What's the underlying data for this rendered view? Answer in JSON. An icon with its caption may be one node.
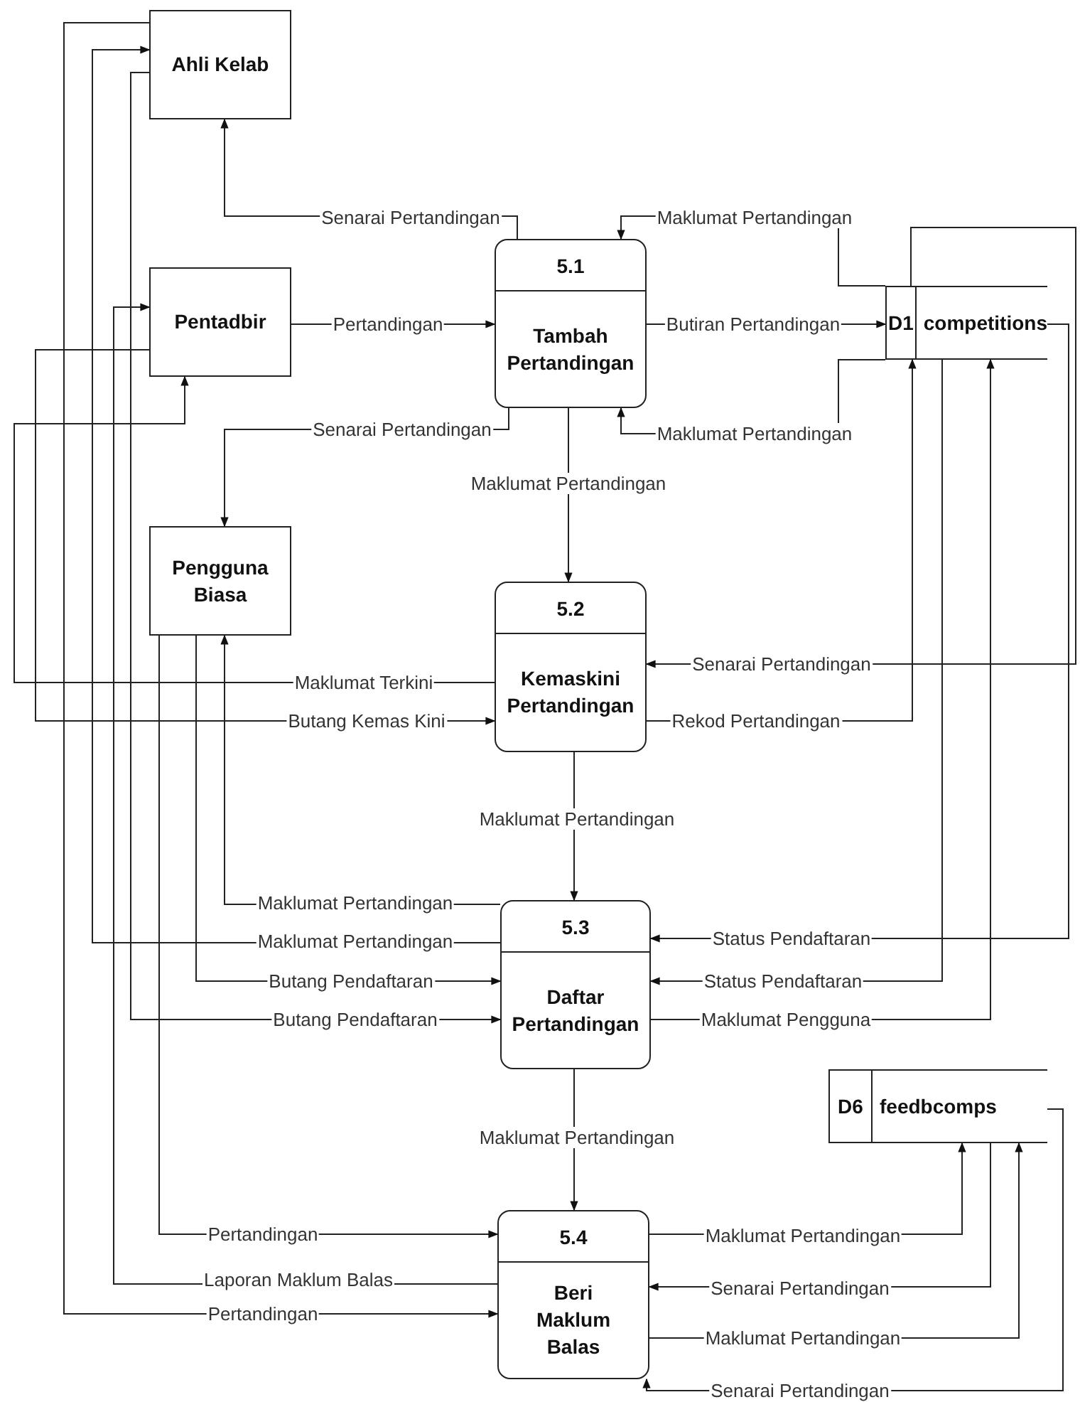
{
  "diagram": {
    "nodes": [
      {
        "text": [
          "Ahli Kelab"
        ]
      },
      {
        "text": [
          "Pentadbir"
        ]
      },
      {
        "text": [
          "Pengguna Biasa"
        ]
      },
      {
        "text": [
          "5.1",
          "Tambah Pertandingan"
        ]
      },
      {
        "text": [
          "D1",
          "competitions"
        ]
      },
      {
        "text": [
          "5.2",
          "Kemaskini Pertandingan"
        ]
      },
      {
        "text": [
          "5.3",
          "Daftar Pertandingan"
        ]
      },
      {
        "text": [
          "D6",
          "feedbcomps"
        ]
      },
      {
        "text": [
          "5.4",
          "Beri Maklum Balas"
        ]
      }
    ],
    "edges": [
      {
        "from": 3,
        "to": 0,
        "arrow": "to",
        "label": "Senarai Pertandingan"
      },
      {
        "from": 1,
        "to": 3,
        "arrow": "to",
        "label": "Pertandingan"
      },
      {
        "from": 4,
        "to": 3,
        "arrow": "to",
        "label": "Maklumat Pertandingan"
      },
      {
        "from": 3,
        "to": 4,
        "arrow": "to",
        "label": "Butiran Pertandingan"
      },
      {
        "from": 4,
        "to": 3,
        "arrow": "to",
        "label": "Maklumat Pertandingan"
      },
      {
        "from": 3,
        "to": 2,
        "arrow": "to",
        "label": "Senarai Pertandingan"
      },
      {
        "from": 3,
        "to": 5,
        "arrow": "to",
        "label": "Maklumat Pertandingan"
      },
      {
        "from": 4,
        "to": 5,
        "arrow": "to",
        "label": "Senarai Pertandingan"
      },
      {
        "from": 5,
        "to": 4,
        "arrow": "to",
        "label": "Rekod Pertandingan"
      },
      {
        "from": 5,
        "to": 1,
        "arrow": "to",
        "label": "Maklumat Terkini"
      },
      {
        "from": 1,
        "to": 5,
        "arrow": "to",
        "label": "Butang Kemas Kini"
      },
      {
        "from": 6,
        "to": 2,
        "arrow": "to",
        "label": "Maklumat Pertandingan"
      },
      {
        "from": 6,
        "to": 0,
        "arrow": "to",
        "label": "Maklumat Pertandingan"
      },
      {
        "from": 2,
        "to": 6,
        "arrow": "to",
        "label": "Butang Pendaftaran"
      },
      {
        "from": 0,
        "to": 6,
        "arrow": "to",
        "label": "Butang Pendaftaran"
      },
      {
        "from": 5,
        "to": 6,
        "arrow": "to",
        "label": "Maklumat Pertandingan"
      },
      {
        "from": 4,
        "to": 6,
        "arrow": "to",
        "label": "Status Pendaftaran"
      },
      {
        "from": 4,
        "to": 6,
        "arrow": "to",
        "label": "Status Pendaftaran"
      },
      {
        "from": 6,
        "to": 4,
        "arrow": "to",
        "label": "Maklumat Pengguna"
      },
      {
        "from": 6,
        "to": 8,
        "arrow": "to",
        "label": "Maklumat Pertandingan"
      },
      {
        "from": 2,
        "to": 8,
        "arrow": "to",
        "label": "Pertandingan"
      },
      {
        "from": 8,
        "to": 1,
        "arrow": "to",
        "label": "Laporan Maklum Balas"
      },
      {
        "from": 0,
        "to": 8,
        "arrow": "to",
        "label": "Pertandingan"
      },
      {
        "from": 8,
        "to": 7,
        "arrow": "to",
        "label": "Maklumat Pertandingan"
      },
      {
        "from": 7,
        "to": 8,
        "arrow": "to",
        "label": "Senarai Pertandingan"
      },
      {
        "from": 8,
        "to": 7,
        "arrow": "to",
        "label": "Maklumat Pertandingan"
      },
      {
        "from": 7,
        "to": 8,
        "arrow": "to",
        "label": "Senarai Pertandingan"
      }
    ]
  }
}
